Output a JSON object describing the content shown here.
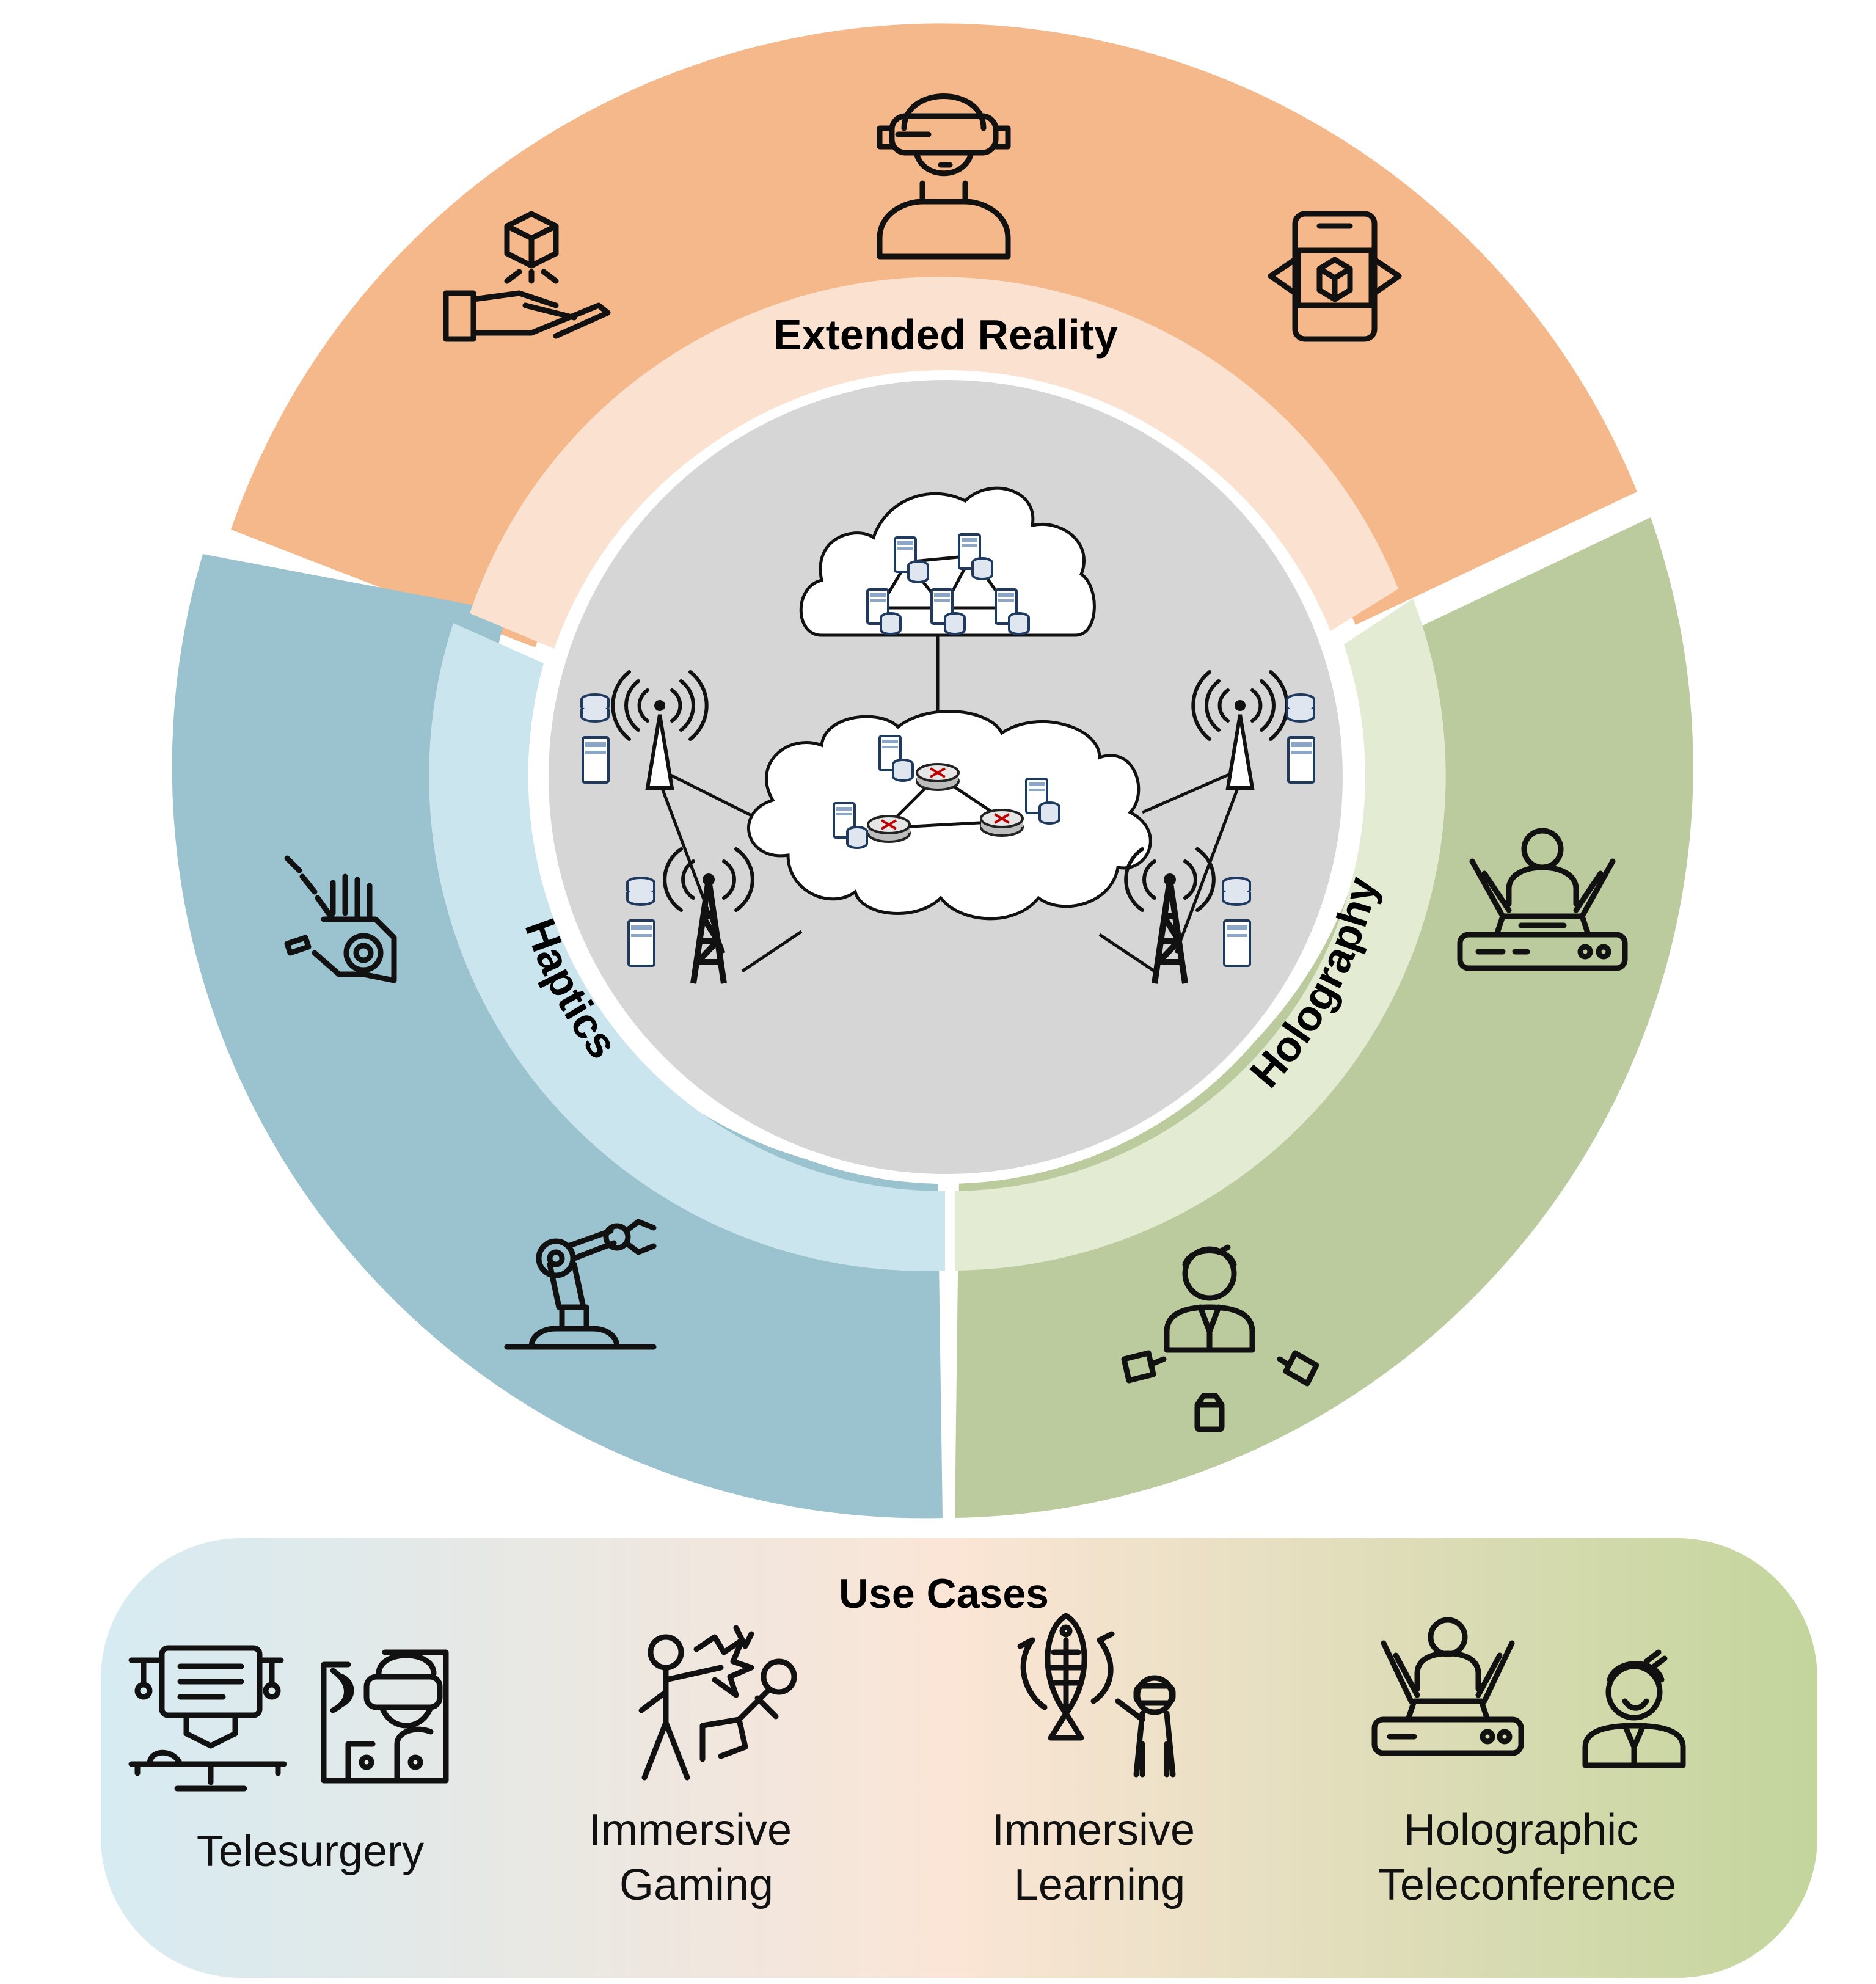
{
  "rings": {
    "extended_reality": {
      "label": "Extended Reality",
      "outer_color": "#f5b88a",
      "inner_color": "#fbe1cf"
    },
    "haptics": {
      "label": "Haptics",
      "outer_color": "#9ac2cf",
      "inner_color": "#cbe5ee"
    },
    "holography": {
      "label": "Holography",
      "outer_color": "#bccb9d",
      "inner_color": "#e3ebd3"
    },
    "core_color": "#d6d6d6"
  },
  "icons": {
    "extended_reality": [
      "hand-hologram-cube-icon",
      "vr-headset-person-icon",
      "phone-ar-cube-icon"
    ],
    "haptics": [
      "robotic-hand-icon",
      "robotic-arm-icon"
    ],
    "holography": [
      "hologram-projector-icon",
      "volumetric-capture-person-icon"
    ]
  },
  "use_cases": {
    "title": "Use Cases",
    "gradient": [
      "#d6ebf2",
      "#fbe5d6",
      "#c3d59c"
    ],
    "items": [
      {
        "label_lines": [
          "Telesurgery"
        ],
        "icons": [
          "surgical-robot-icon",
          "vr-surgeon-icon"
        ]
      },
      {
        "label_lines": [
          "Immersive",
          "Gaming"
        ],
        "icons": [
          "fighting-game-icon"
        ]
      },
      {
        "label_lines": [
          "Immersive",
          "Learning"
        ],
        "icons": [
          "vr-learning-fish-icon"
        ]
      },
      {
        "label_lines": [
          "Holographic",
          "Teleconference"
        ],
        "icons": [
          "hologram-projector-icon",
          "remote-person-icon"
        ]
      }
    ]
  }
}
